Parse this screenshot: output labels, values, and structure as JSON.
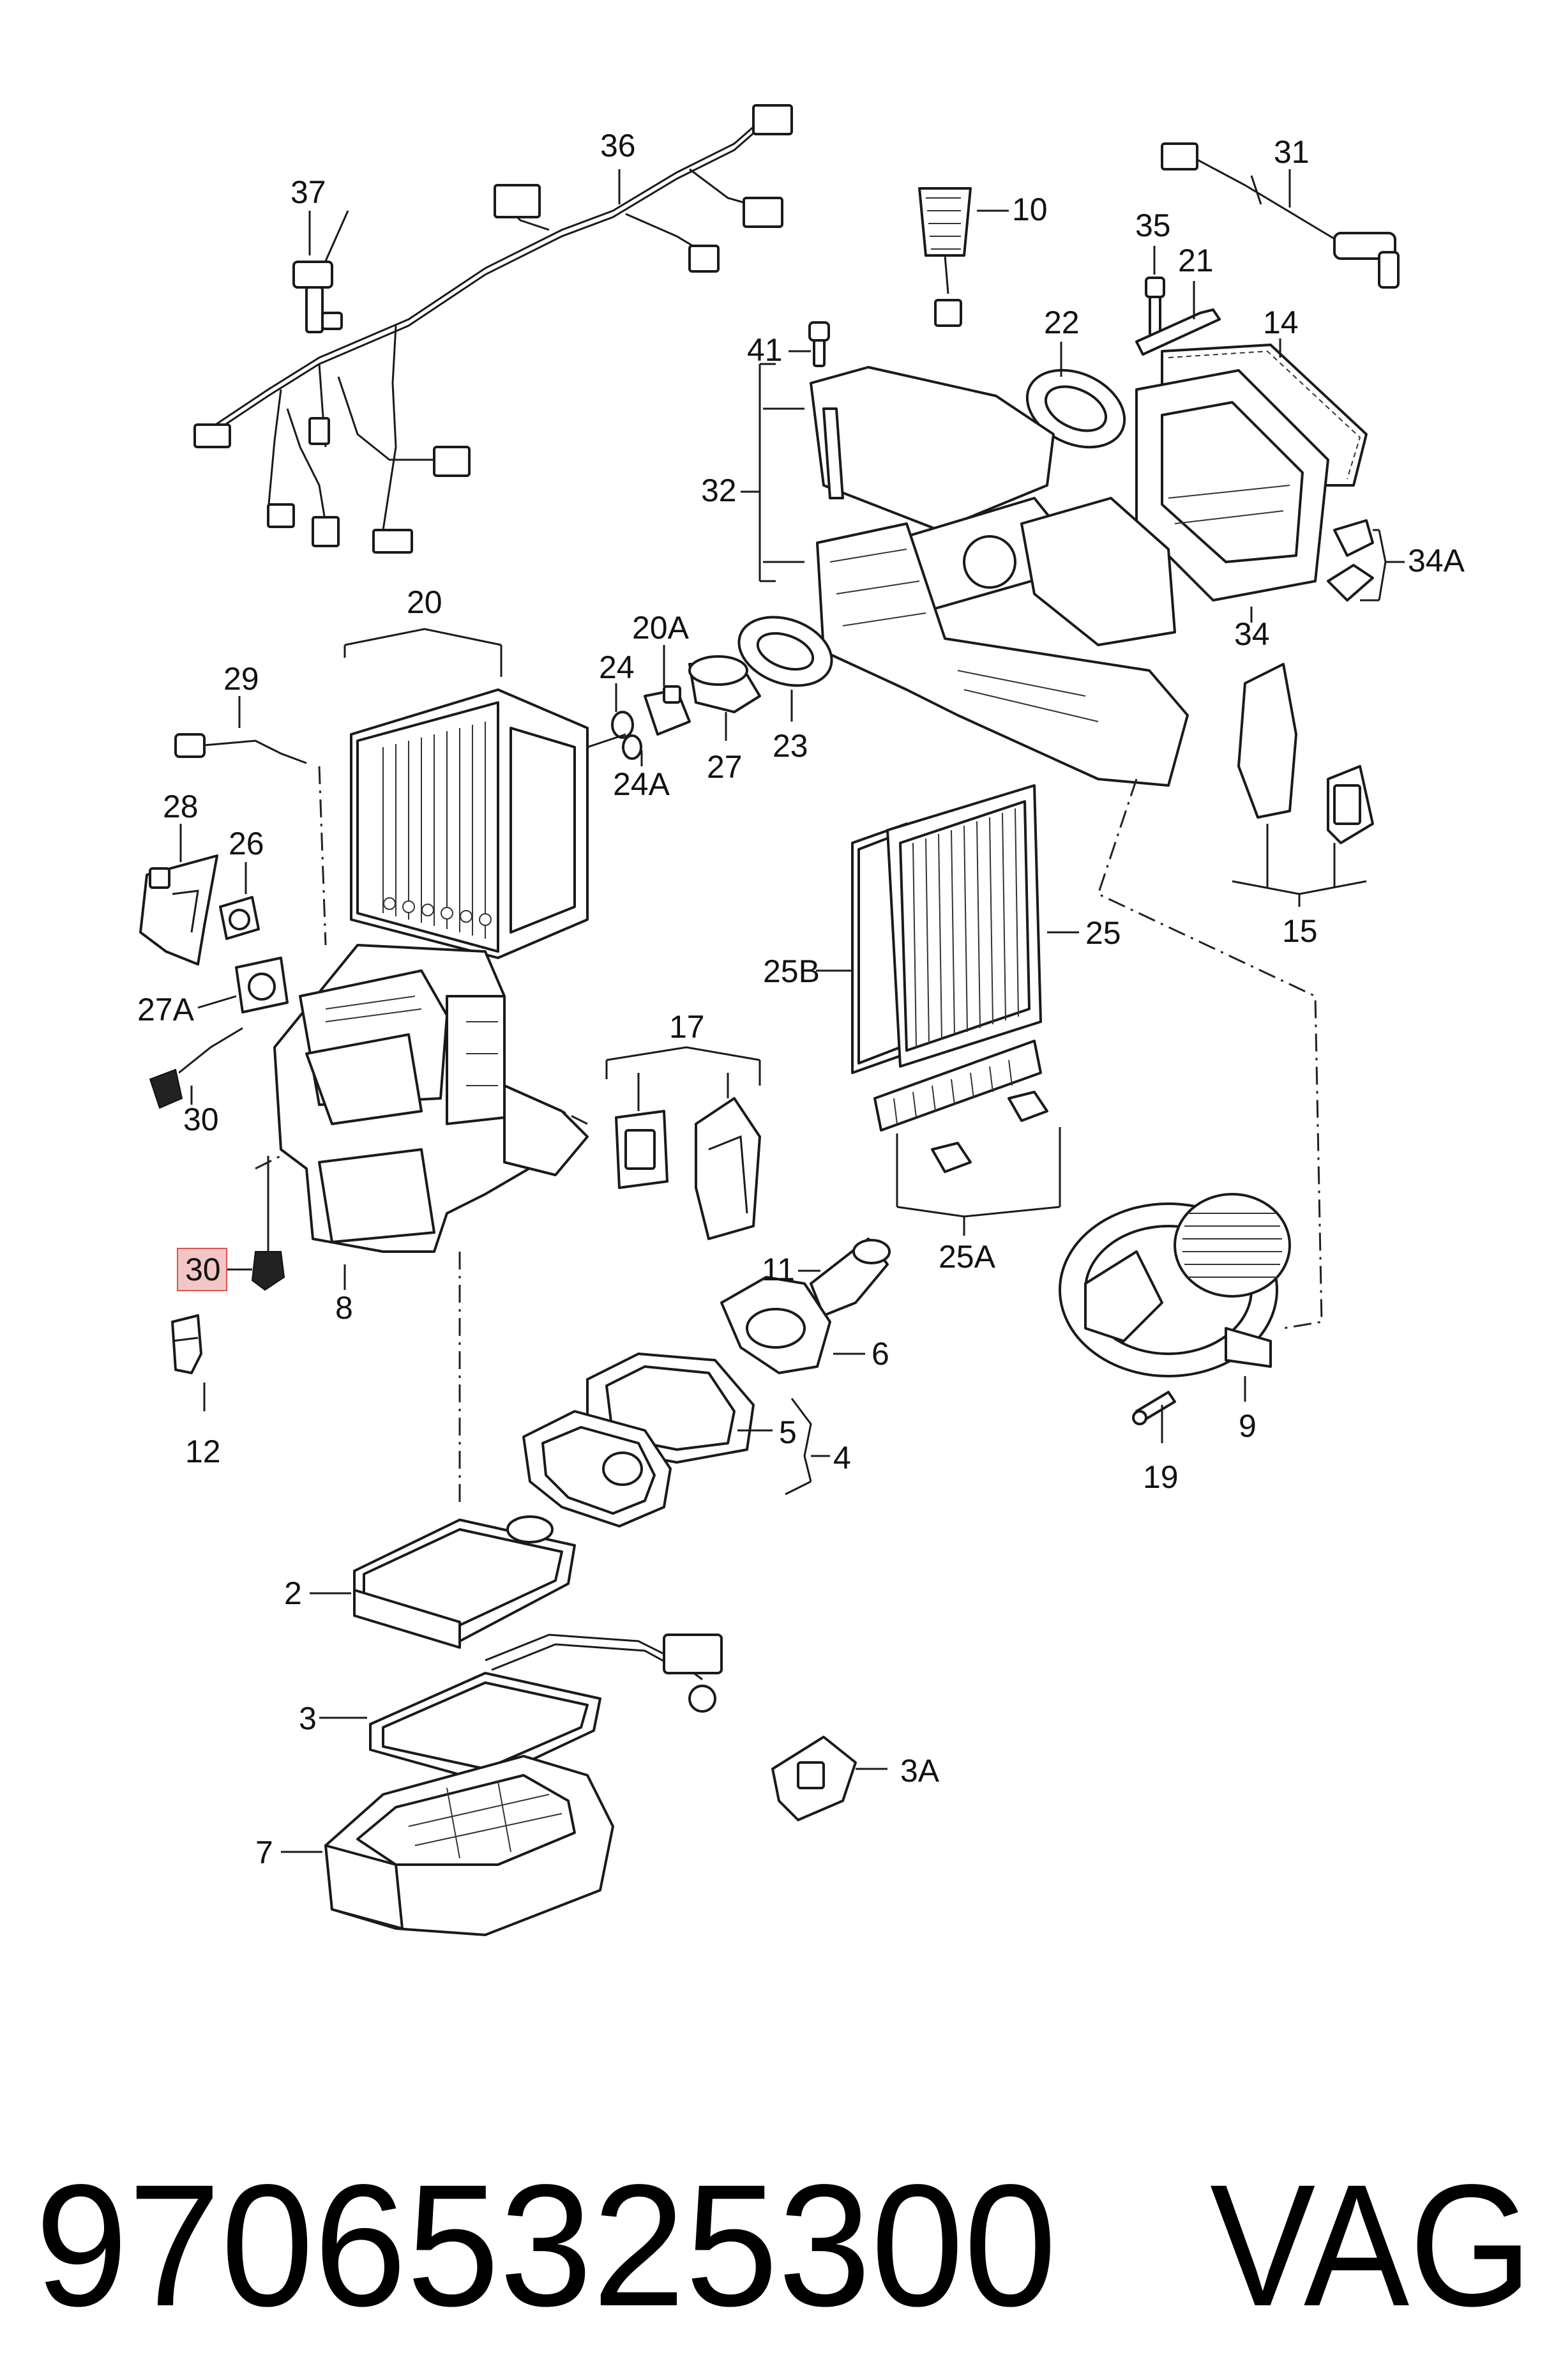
{
  "diagram": {
    "callouts": [
      {
        "id": "36",
        "text": "36"
      },
      {
        "id": "37",
        "text": "37"
      },
      {
        "id": "31",
        "text": "31"
      },
      {
        "id": "10",
        "text": "10"
      },
      {
        "id": "35",
        "text": "35"
      },
      {
        "id": "21",
        "text": "21"
      },
      {
        "id": "22",
        "text": "22"
      },
      {
        "id": "14",
        "text": "14"
      },
      {
        "id": "41",
        "text": "41"
      },
      {
        "id": "32",
        "text": "32"
      },
      {
        "id": "34A",
        "text": "34A"
      },
      {
        "id": "34",
        "text": "34"
      },
      {
        "id": "20",
        "text": "20"
      },
      {
        "id": "20A",
        "text": "20A"
      },
      {
        "id": "24",
        "text": "24"
      },
      {
        "id": "24A",
        "text": "24A"
      },
      {
        "id": "27",
        "text": "27"
      },
      {
        "id": "23",
        "text": "23"
      },
      {
        "id": "29",
        "text": "29"
      },
      {
        "id": "28",
        "text": "28"
      },
      {
        "id": "26",
        "text": "26"
      },
      {
        "id": "27A",
        "text": "27A"
      },
      {
        "id": "30a",
        "text": "30"
      },
      {
        "id": "30b",
        "text": "30"
      },
      {
        "id": "8",
        "text": "8"
      },
      {
        "id": "12",
        "text": "12"
      },
      {
        "id": "17",
        "text": "17"
      },
      {
        "id": "25B",
        "text": "25B"
      },
      {
        "id": "25",
        "text": "25"
      },
      {
        "id": "25A",
        "text": "25A"
      },
      {
        "id": "15",
        "text": "15"
      },
      {
        "id": "11",
        "text": "11"
      },
      {
        "id": "6",
        "text": "6"
      },
      {
        "id": "5",
        "text": "5"
      },
      {
        "id": "4",
        "text": "4"
      },
      {
        "id": "9",
        "text": "9"
      },
      {
        "id": "19",
        "text": "19"
      },
      {
        "id": "2",
        "text": "2"
      },
      {
        "id": "3",
        "text": "3"
      },
      {
        "id": "3A",
        "text": "3A"
      },
      {
        "id": "7",
        "text": "7"
      }
    ],
    "highlighted_callout": "30",
    "highlight_color": "#f3c6c6",
    "highlight_border": "#d9534f"
  },
  "footer": {
    "part_number": "9706532530",
    "last_digit": "0",
    "brand": "VAG"
  }
}
